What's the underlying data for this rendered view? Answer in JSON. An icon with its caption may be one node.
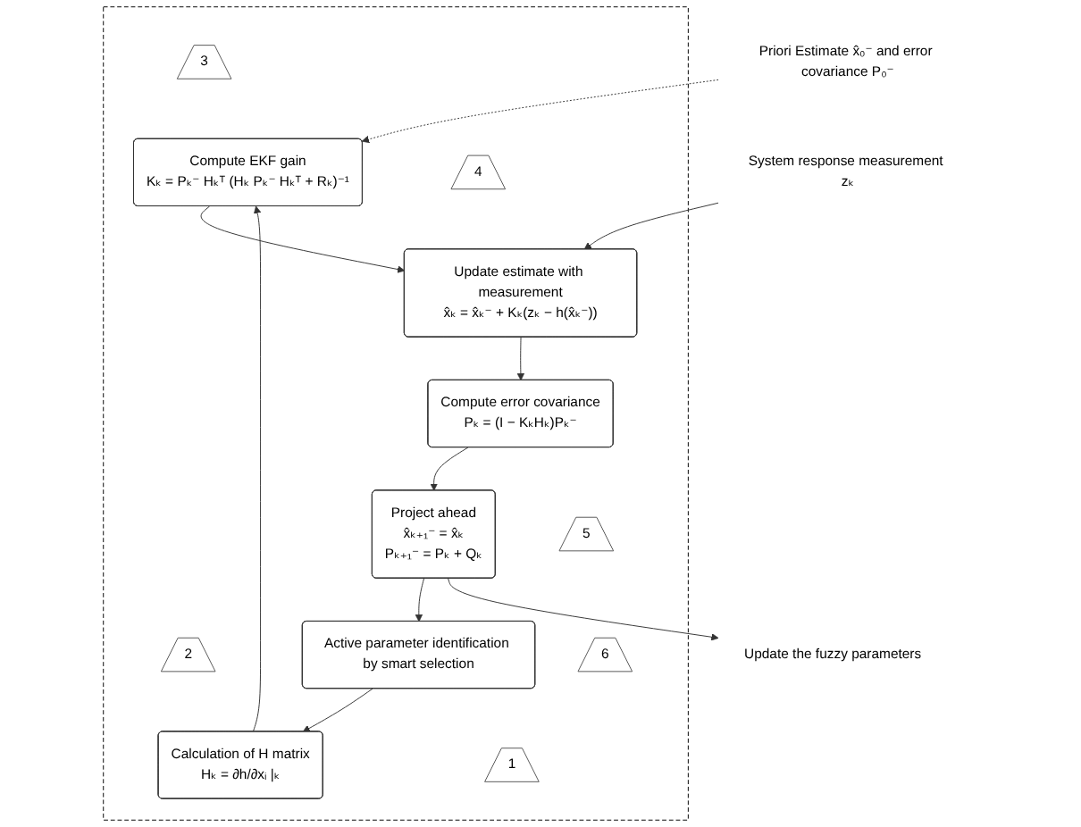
{
  "diagram": {
    "nodes": [
      {
        "text": [],
        "shape": "box"
      },
      {
        "text": [
          "Priori Estimate x̂₀⁻ and error covariance P₀⁻"
        ]
      },
      {
        "text": [
          "3"
        ],
        "in": 0
      },
      {
        "text": [
          "Compute EKF gain",
          "Kₖ = Pₖ⁻ Hₖᵀ (Hₖ Pₖ⁻ Hₖᵀ + Rₖ)⁻¹"
        ],
        "in": 0
      },
      {
        "text": [
          "2"
        ],
        "in": 0
      },
      {
        "text": [
          "4"
        ],
        "in": 0
      },
      {
        "text": [
          "Calculation of H matrix",
          "Hₖ = ∂h/∂xᵢ |ₖ"
        ],
        "in": 0
      },
      {
        "text": [
          "Update estimate with measurement",
          "x̂ₖ = x̂ₖ⁻ + Kₖ(zₖ − h(x̂ₖ⁻))"
        ],
        "in": 0
      },
      {
        "text": [
          "System response measurement zₖ"
        ]
      },
      {
        "text": [
          "Active parameter identification by smart selection"
        ],
        "in": 0
      },
      {
        "text": [
          "Compute error covariance",
          "Pₖ = (I − KₖHₖ)Pₖ⁻"
        ],
        "in": 0
      },
      {
        "text": [
          "1"
        ],
        "in": 0
      },
      {
        "text": [
          "5"
        ],
        "in": 0
      },
      {
        "text": [
          "Project ahead",
          "x̂ₖ₊₁⁻ = x̂ₖ",
          "Pₖ₊₁⁻ = Pₖ + Qₖ"
        ],
        "in": 0
      },
      {
        "text": [
          "6"
        ],
        "in": 0
      },
      {
        "text": [
          "Update the fuzzy parameters"
        ]
      }
    ],
    "edges": [
      {
        "from": 1,
        "to": 3,
        "arrow": "to",
        "style": "dashed"
      },
      {
        "from": 3,
        "to": 7,
        "arrow": "to"
      },
      {
        "from": 8,
        "to": 7,
        "arrow": "to"
      },
      {
        "from": 7,
        "to": 10,
        "arrow": "to"
      },
      {
        "from": 10,
        "to": 13,
        "arrow": "to"
      },
      {
        "from": 13,
        "to": 9,
        "arrow": "to"
      },
      {
        "from": 9,
        "to": 6,
        "arrow": "to"
      },
      {
        "from": 6,
        "to": 3,
        "arrow": "to"
      },
      {
        "from": 13,
        "to": 15,
        "arrow": "to"
      }
    ]
  }
}
